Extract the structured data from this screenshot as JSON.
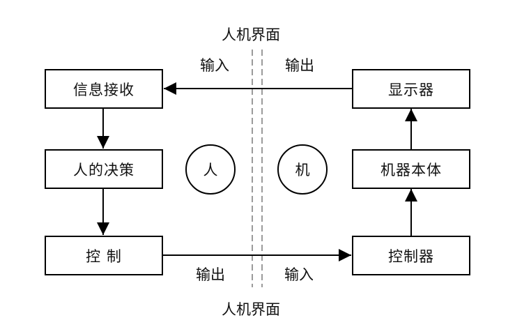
{
  "interface": {
    "top_label": "人机界面",
    "bottom_label": "人机界面"
  },
  "human_side": {
    "circle": "人",
    "boxes": [
      "信息接收",
      "人的决策",
      "控 制"
    ]
  },
  "machine_side": {
    "circle": "机",
    "boxes": [
      "显示器",
      "机器本体",
      "控制器"
    ]
  },
  "edge_labels": {
    "top_left": "输入",
    "top_right": "输出",
    "bottom_left": "输出",
    "bottom_right": "输入"
  },
  "colors": {
    "line": "#000000",
    "interface_dash": "#9a9a9a"
  }
}
